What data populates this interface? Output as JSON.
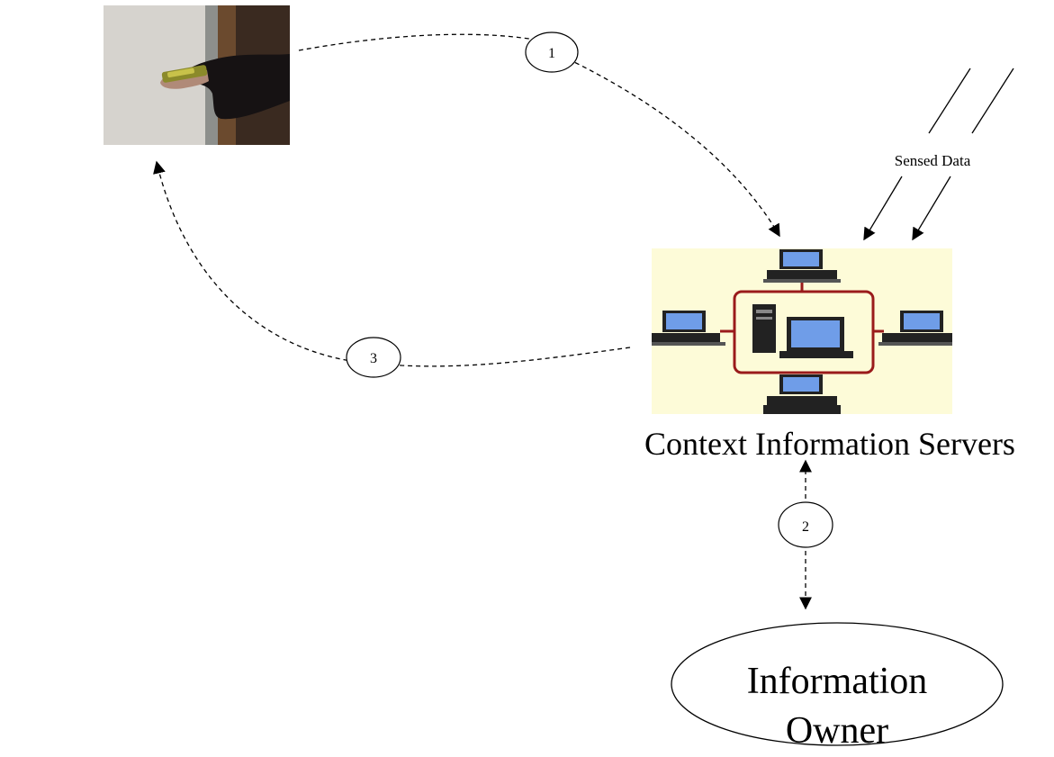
{
  "diagram": {
    "sensed_data_label": "Sensed Data",
    "servers_label": "Context Information Servers",
    "owner_label_line1": "Information",
    "owner_label_line2": "Owner",
    "steps": [
      "1",
      "2",
      "3"
    ]
  },
  "images": {
    "user_photo": "hand-holding-phone-photo",
    "servers_network": "networked-computers-icon"
  },
  "colors": {
    "stroke": "#000000",
    "network_bg": "#fdfbd8",
    "network_frame": "#9a1b1b",
    "screen": "#6f9de8"
  }
}
